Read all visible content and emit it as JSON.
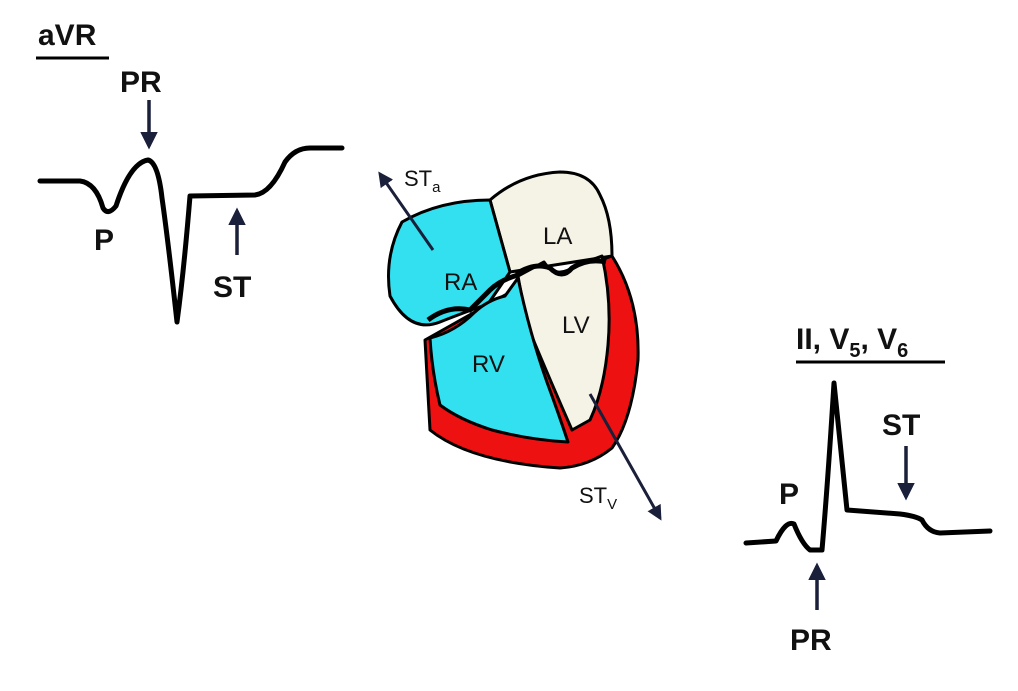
{
  "lead_avr": {
    "title": "aVR",
    "pr_label": "PR",
    "p_label": "P",
    "st_label": "ST"
  },
  "heart": {
    "ra": "RA",
    "la": "LA",
    "lv": "LV",
    "rv": "RV",
    "st_a": {
      "base": "ST",
      "sub": "a"
    },
    "st_v": {
      "base": "ST",
      "sub": "V"
    }
  },
  "lead_inferolateral": {
    "title_part1": "II, V",
    "title_sub1": "5",
    "title_part2": ", V",
    "title_sub2": "6",
    "p_label": "P",
    "st_label": "ST",
    "pr_label": "PR"
  },
  "colors": {
    "trace": "#000000",
    "arrow": "#1a1f3a",
    "right_heart": "#33e0f0",
    "left_heart": "#f5f2e6",
    "myocardium": "#ee1111"
  }
}
